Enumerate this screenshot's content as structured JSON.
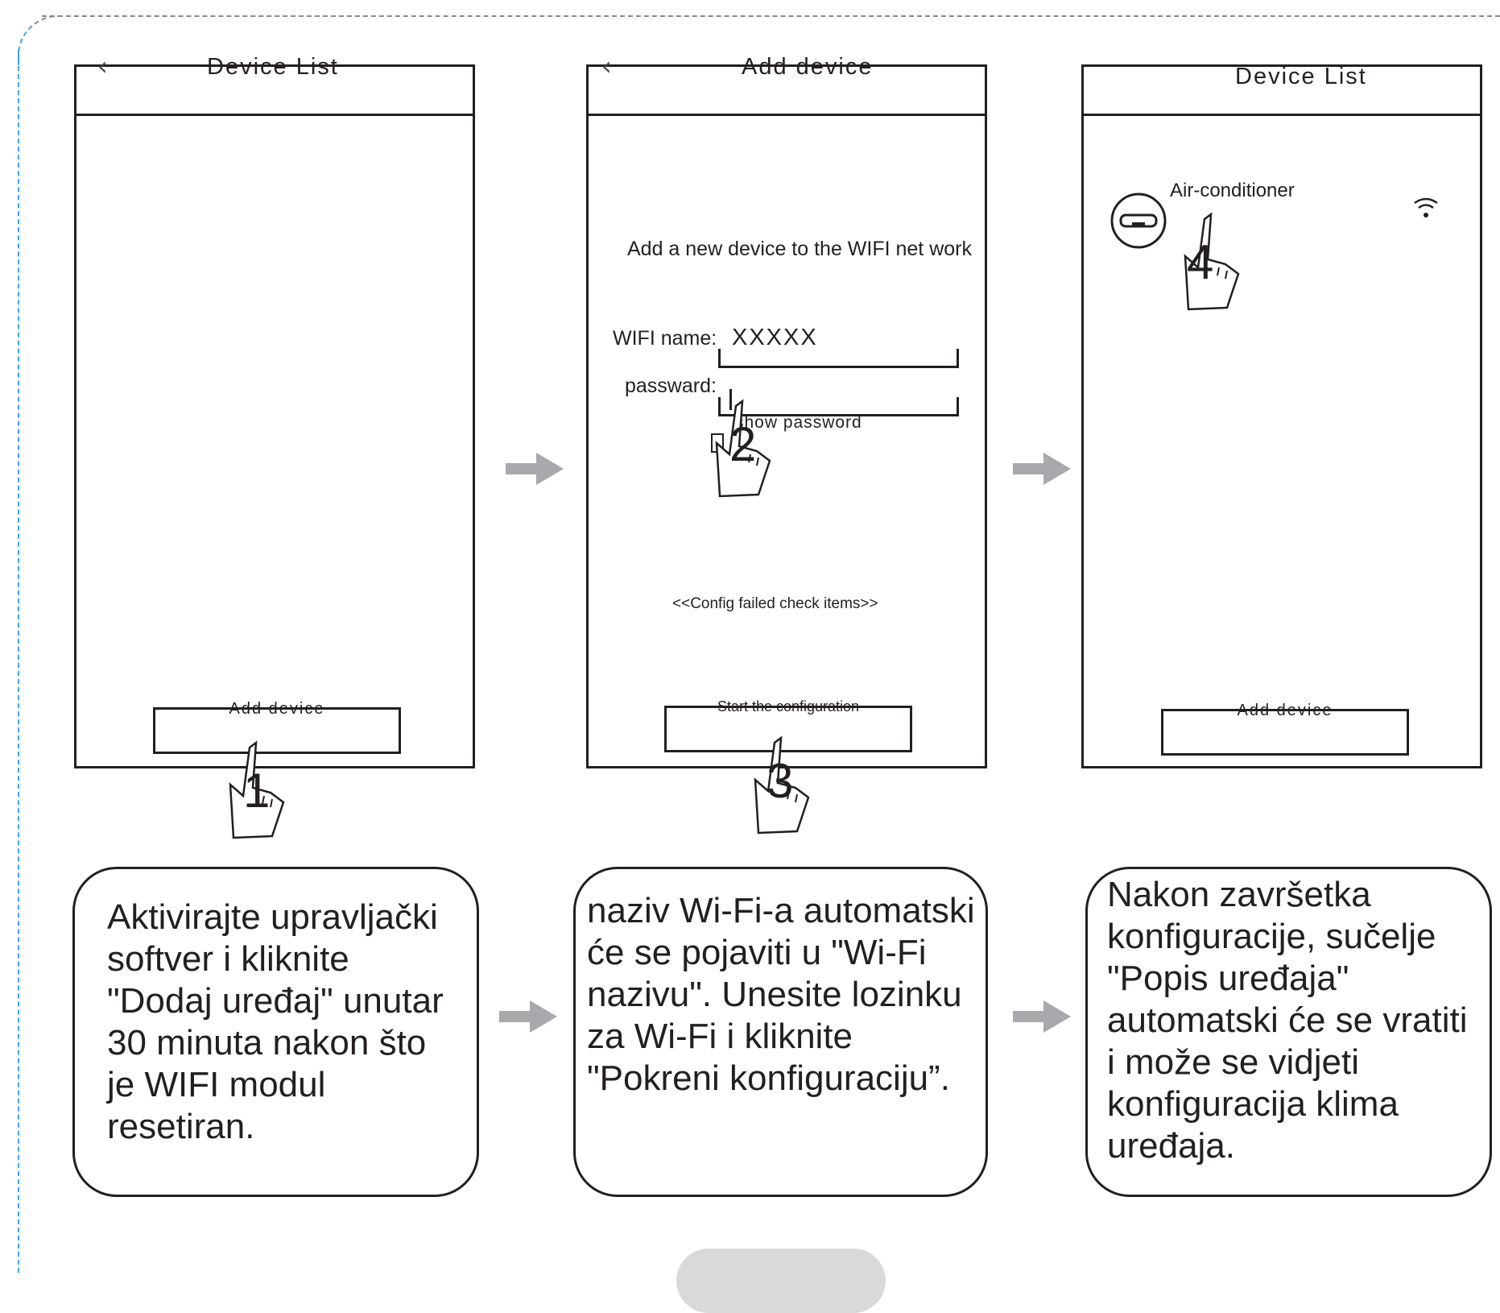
{
  "screens": [
    {
      "title": "Device List",
      "back_icon": "chevron-left-icon",
      "button_label": "Add device",
      "step": "1"
    },
    {
      "title": "Add device",
      "back_icon": "chevron-left-icon",
      "subtitle": "Add a new device to the WIFI net work",
      "wifi_label": "WIFI name:",
      "wifi_value": "XXXXX",
      "password_label": "passward:",
      "show_password": "show password",
      "config_failed": "<<Config  failed  check  items>>",
      "button_label": "Start the configuration",
      "step_a": "2",
      "step_b": "3"
    },
    {
      "title": "Device List",
      "device_name": "Air-conditioner",
      "device_icon": "air-conditioner-icon",
      "signal_icon": "wifi-signal-icon",
      "button_label": "Add device",
      "step": "4"
    }
  ],
  "captions": [
    "Aktivirajte upravljački\nsoftver i kliknite\n\"Dodaj uređaj\" unutar\n30 minuta nakon što\nje WIFI modul\nresetiran.",
    "naziv Wi-Fi-a automatski\nće se pojaviti u \"Wi-Fi\nnazivu\". Unesite lozinku\nza Wi-Fi i kliknite\n\"Pokreni konfiguraciju”.",
    "Nakon završetka\nkonfiguracije, sučelje\n\"Popis uređaja\"\nautomatski će se vratiti\ni može se vidjeti\nkonfiguracija klima\nuređaja."
  ],
  "colors": {
    "line": "#231f20",
    "arrow": "#a7a9ac",
    "dashed_top": "#8a8a8a",
    "dashed_left": "#3aa7e0"
  }
}
